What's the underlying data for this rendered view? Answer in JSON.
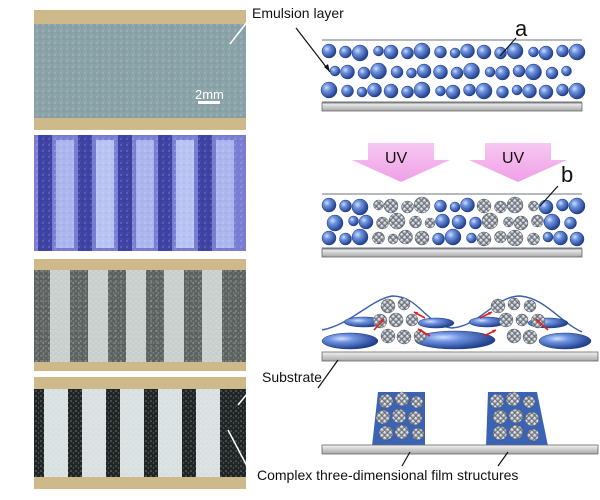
{
  "labels": {
    "emulsion_layer": "Emulsion layer",
    "marker_a": "a",
    "marker_b": "b",
    "uv_left": "UV",
    "uv_right": "UV",
    "substrate": "Substrate",
    "film_structures": "Complex three-dimensional film structures",
    "scale_bar": "2mm"
  },
  "colors": {
    "tape": "#cdb98a",
    "photo1_bg": "#8aa3a8",
    "photo2_bg": "#6f74d0",
    "photo3_bg": "#5c6260",
    "photo4_bg": "#1f2524",
    "droplet_blue": "#3e63b8",
    "droplet_highlight": "#a9c3f0",
    "crosslinked_gray": "#9aa0a8",
    "uv_arrow": "#f6b7ee",
    "substrate_gray": "#c8c8c8",
    "arrow_red": "#e02020"
  }
}
